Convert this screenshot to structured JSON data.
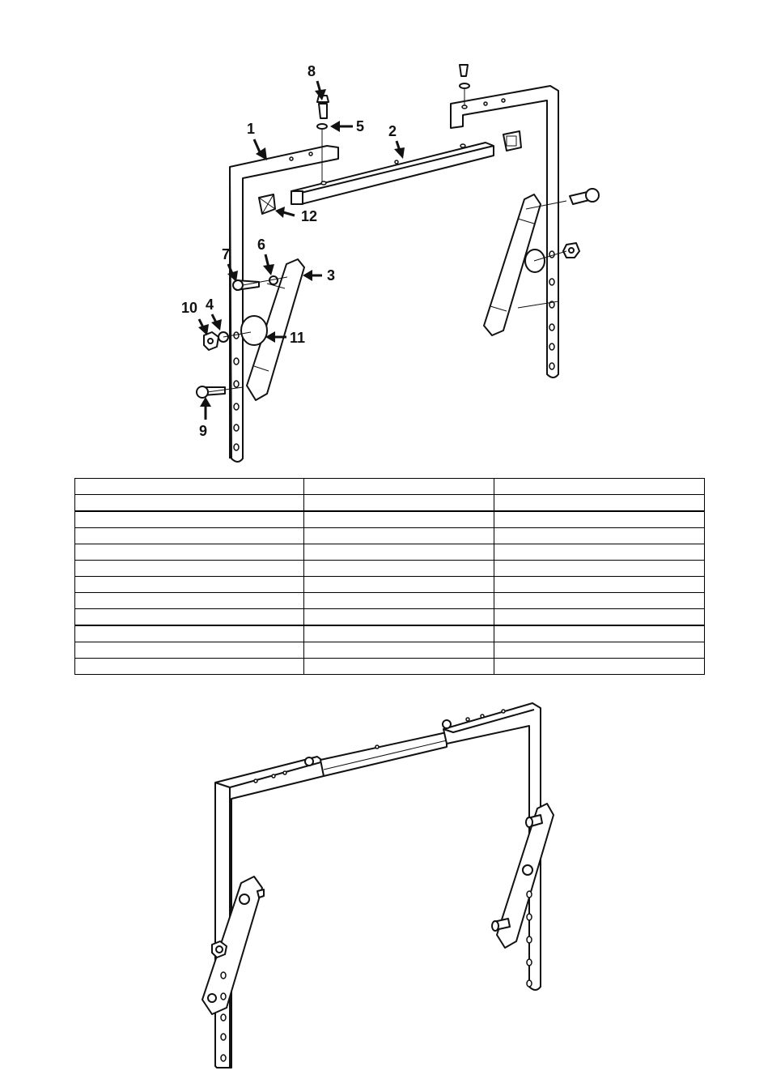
{
  "exploded_view": {
    "callouts": [
      {
        "id": "1",
        "label": "1"
      },
      {
        "id": "2",
        "label": "2"
      },
      {
        "id": "3",
        "label": "3"
      },
      {
        "id": "4",
        "label": "4"
      },
      {
        "id": "5",
        "label": "5"
      },
      {
        "id": "6",
        "label": "6"
      },
      {
        "id": "7",
        "label": "7"
      },
      {
        "id": "8",
        "label": "8"
      },
      {
        "id": "9",
        "label": "9"
      },
      {
        "id": "10",
        "label": "10"
      },
      {
        "id": "11",
        "label": "11"
      },
      {
        "id": "12",
        "label": "12"
      }
    ]
  },
  "parts_table": {
    "columns": 3,
    "rows": [
      [
        "",
        "",
        ""
      ],
      [
        "",
        "",
        ""
      ],
      [
        "",
        "",
        ""
      ],
      [
        "",
        "",
        ""
      ],
      [
        "",
        "",
        ""
      ],
      [
        "",
        "",
        ""
      ],
      [
        "",
        "",
        ""
      ],
      [
        "",
        "",
        ""
      ],
      [
        "",
        "",
        ""
      ],
      [
        "",
        "",
        ""
      ],
      [
        "",
        "",
        ""
      ],
      [
        "",
        "",
        ""
      ]
    ]
  },
  "colors": {
    "line": "#111111",
    "background": "#ffffff"
  }
}
